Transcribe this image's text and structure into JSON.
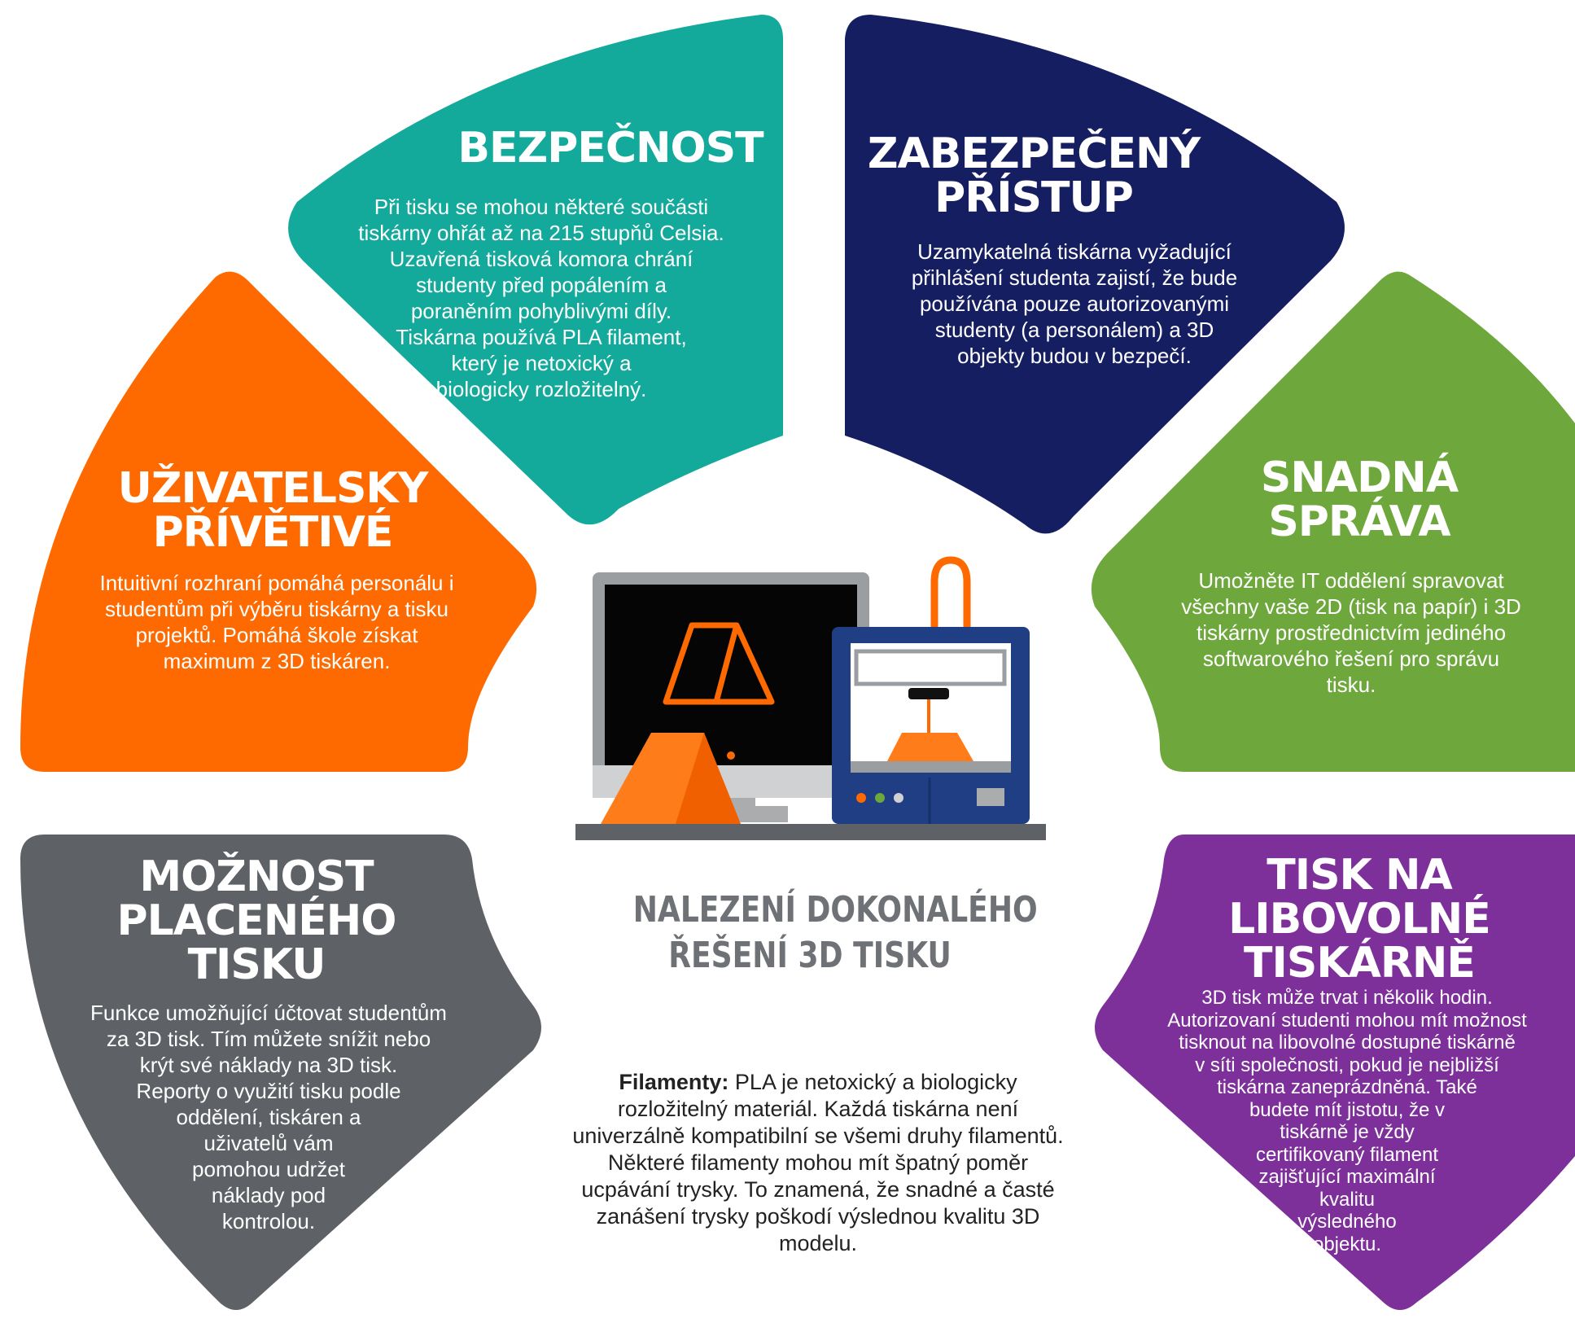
{
  "colors": {
    "teal": "#13a99b",
    "navy": "#161e62",
    "orange": "#fe6a00",
    "green": "#6ea73c",
    "gray": "#5e6166",
    "purple": "#7d2f9a",
    "center_title": "#6e7175"
  },
  "segments": {
    "bezpecnost": {
      "title": "BEZPEČNOST",
      "text": [
        "Při tisku se mohou některé součásti",
        "tiskárny ohřát až na 215 stupňů Celsia.",
        "Uzavřená tisková komora chrání",
        "studenty před popálením a",
        "poraněním pohyblivými díly.",
        "Tiskárna používá PLA filament,",
        "který je netoxický a",
        "biologicky rozložitelný."
      ]
    },
    "pristup": {
      "title": [
        "ZABEZPEČENÝ",
        "PŘÍSTUP"
      ],
      "text": [
        "Uzamykatelná tiskárna vyžadující",
        "přihlášení studenta zajistí, že bude",
        "používána pouze autorizovanými",
        "studenty (a personálem) a 3D",
        "objekty budou v bezpečí."
      ]
    },
    "uzivatelsky": {
      "title": [
        "UŽIVATELSKY",
        "PŘÍVĚTIVÉ"
      ],
      "text": [
        "Intuitivní rozhraní pomáhá personálu i",
        "studentům při výběru tiskárny a tisku",
        "projektů. Pomáhá škole získat",
        "maximum z 3D tiskáren."
      ]
    },
    "sprava": {
      "title": [
        "SNADNÁ",
        "SPRÁVA"
      ],
      "text": [
        "Umožněte IT oddělení spravovat",
        "všechny vaše 2D (tisk na papír) i 3D",
        "tiskárny prostřednictvím jediného",
        "softwarového řešení pro správu",
        "tisku."
      ]
    },
    "placeny": {
      "title": [
        "MOŽNOST",
        "PLACENÉHO",
        "TISKU"
      ],
      "text": [
        "Funkce umožňující účtovat studentům",
        "za 3D tisk. Tím můžete snížit nebo",
        "krýt své náklady na 3D tisk.",
        "Reporty o využití tisku podle",
        "oddělení, tiskáren a",
        "uživatelů vám",
        "pomohou udržet",
        "náklady pod",
        "kontrolou."
      ]
    },
    "libovolne": {
      "title": [
        "TISK NA",
        "LIBOVOLNÉ",
        "TISKÁRNĚ"
      ],
      "text": [
        "3D tisk může trvat i několik hodin.",
        "Autorizovaní studenti mohou mít možnost",
        "tisknout na libovolné dostupné tiskárně",
        "v síti společnosti, pokud je nejbližší",
        "tiskárna zaneprázdněná. Také",
        "budete mít jistotu, že v",
        "tiskárně je vždy",
        "certifikovaný filament",
        "zajišťující maximální",
        "kvalitu",
        "výsledného",
        "objektu."
      ]
    }
  },
  "center": {
    "title": [
      "NALEZENÍ DOKONALÉHO",
      "ŘEŠENÍ 3D TISKU"
    ],
    "filaments_label": "Filamenty:",
    "filaments_text": "PLA je netoxický a biologicky rozložitelný materiál. Každá tiskárna není univerzálně kompatibilní se všemi druhy filamentů. Některé filamenty mohou mít špatný poměr ucpávání trysky. To znamená, že snadné a časté zanášení trysky poškodí výslednou kvalitu 3D modelu."
  }
}
